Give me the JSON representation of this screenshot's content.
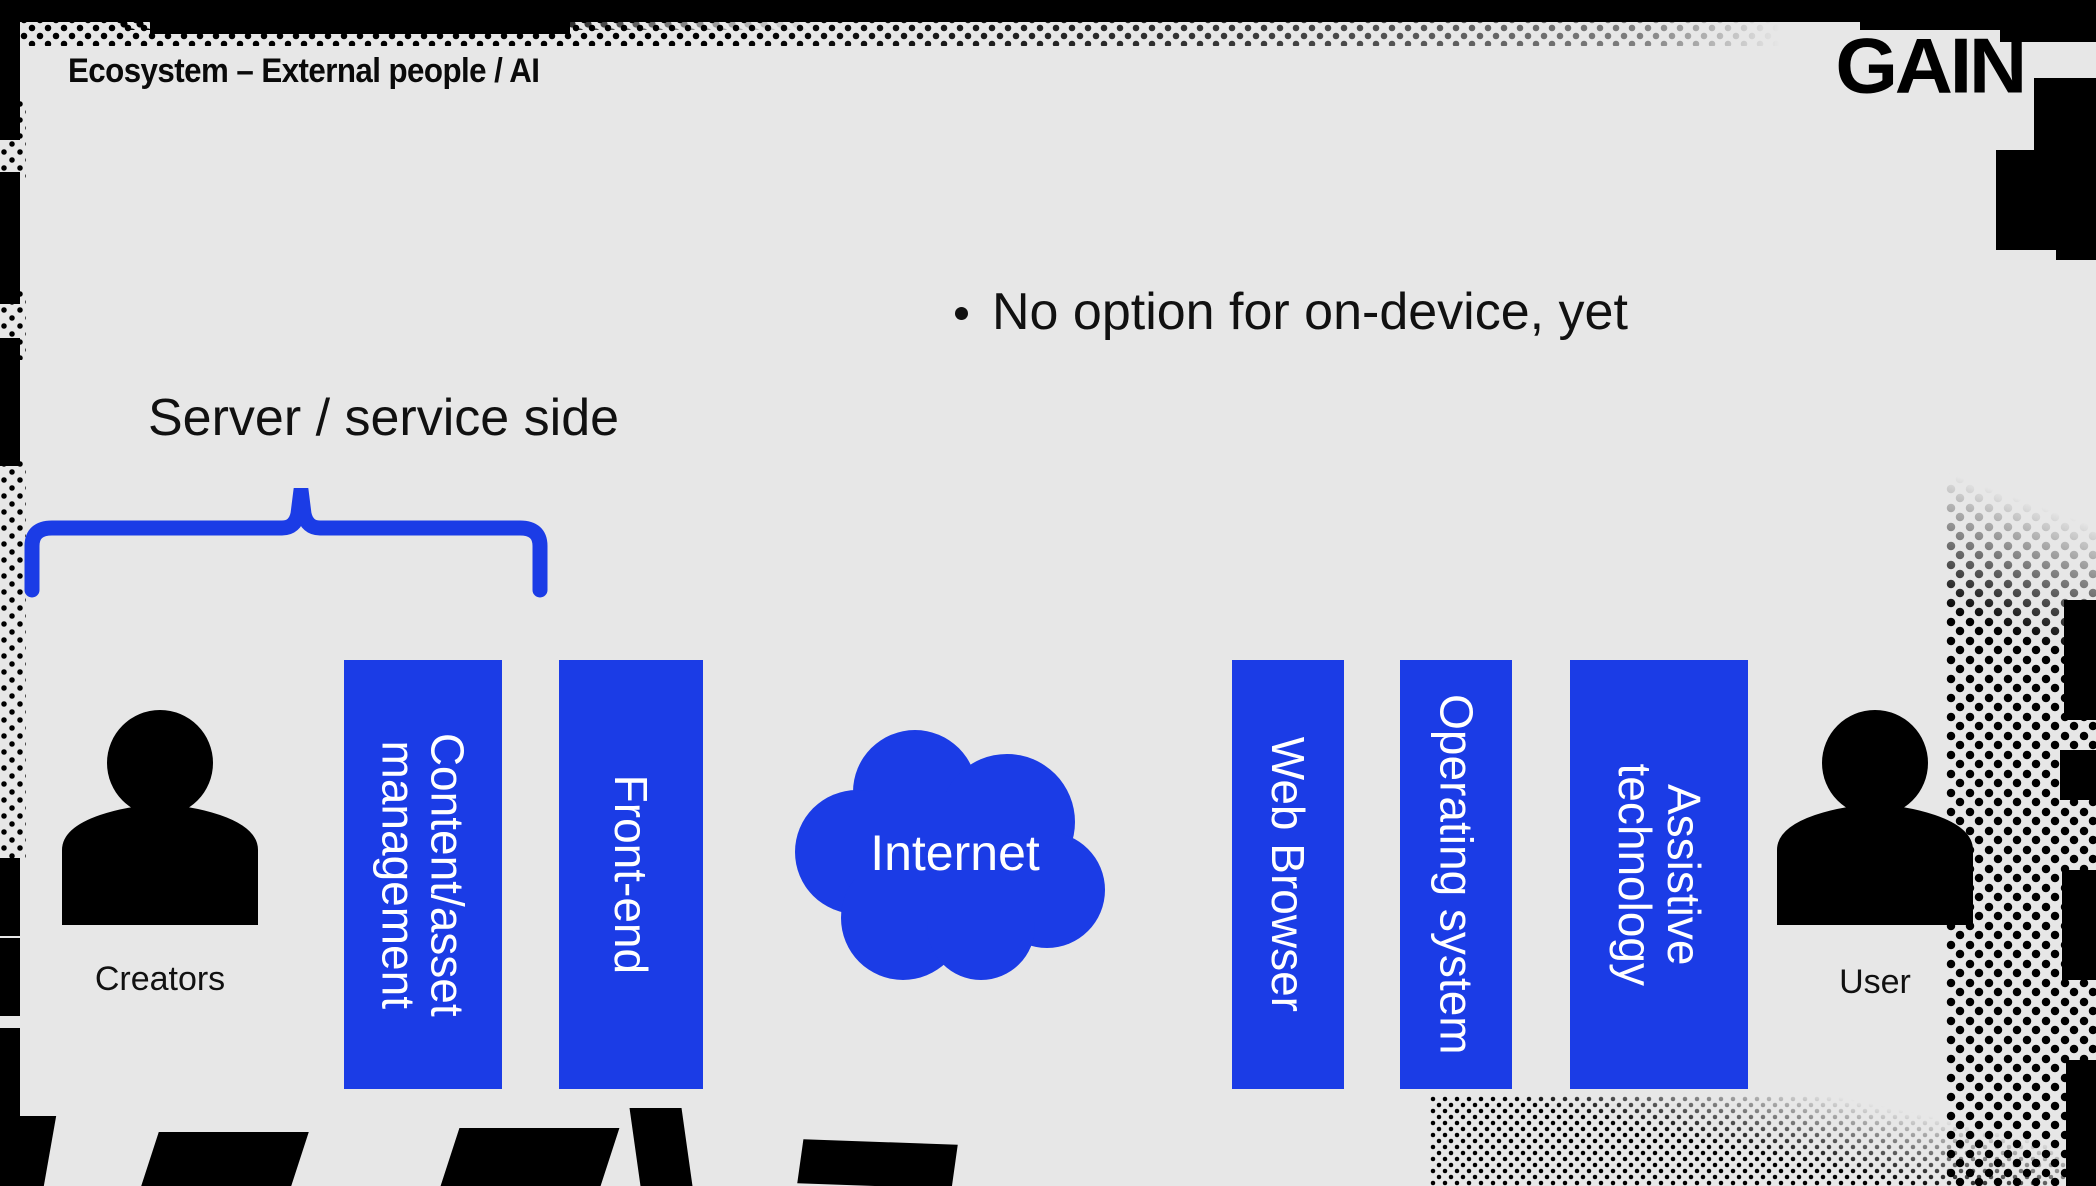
{
  "slide": {
    "title": "Ecosystem – External people / AI",
    "logo": "GAIN",
    "background_color": "#e7e7e7",
    "accent_color": "#1b3ce6"
  },
  "bullets": [
    {
      "text": "No option for on-device, yet"
    }
  ],
  "annotations": {
    "server_side_label": "Server / service side"
  },
  "actors": [
    {
      "id": "creators",
      "label": "Creators",
      "icon": "person-icon"
    },
    {
      "id": "user",
      "label": "User",
      "icon": "person-icon"
    }
  ],
  "boxes": [
    {
      "id": "content-asset-management",
      "label": "Content/asset\nmanagement"
    },
    {
      "id": "front-end",
      "label": "Front-end"
    },
    {
      "id": "web-browser",
      "label": "Web Browser"
    },
    {
      "id": "operating-system",
      "label": "Operating system"
    },
    {
      "id": "assistive-technology",
      "label": "Assistive\ntechnology"
    }
  ],
  "cloud": {
    "label": "Internet"
  }
}
